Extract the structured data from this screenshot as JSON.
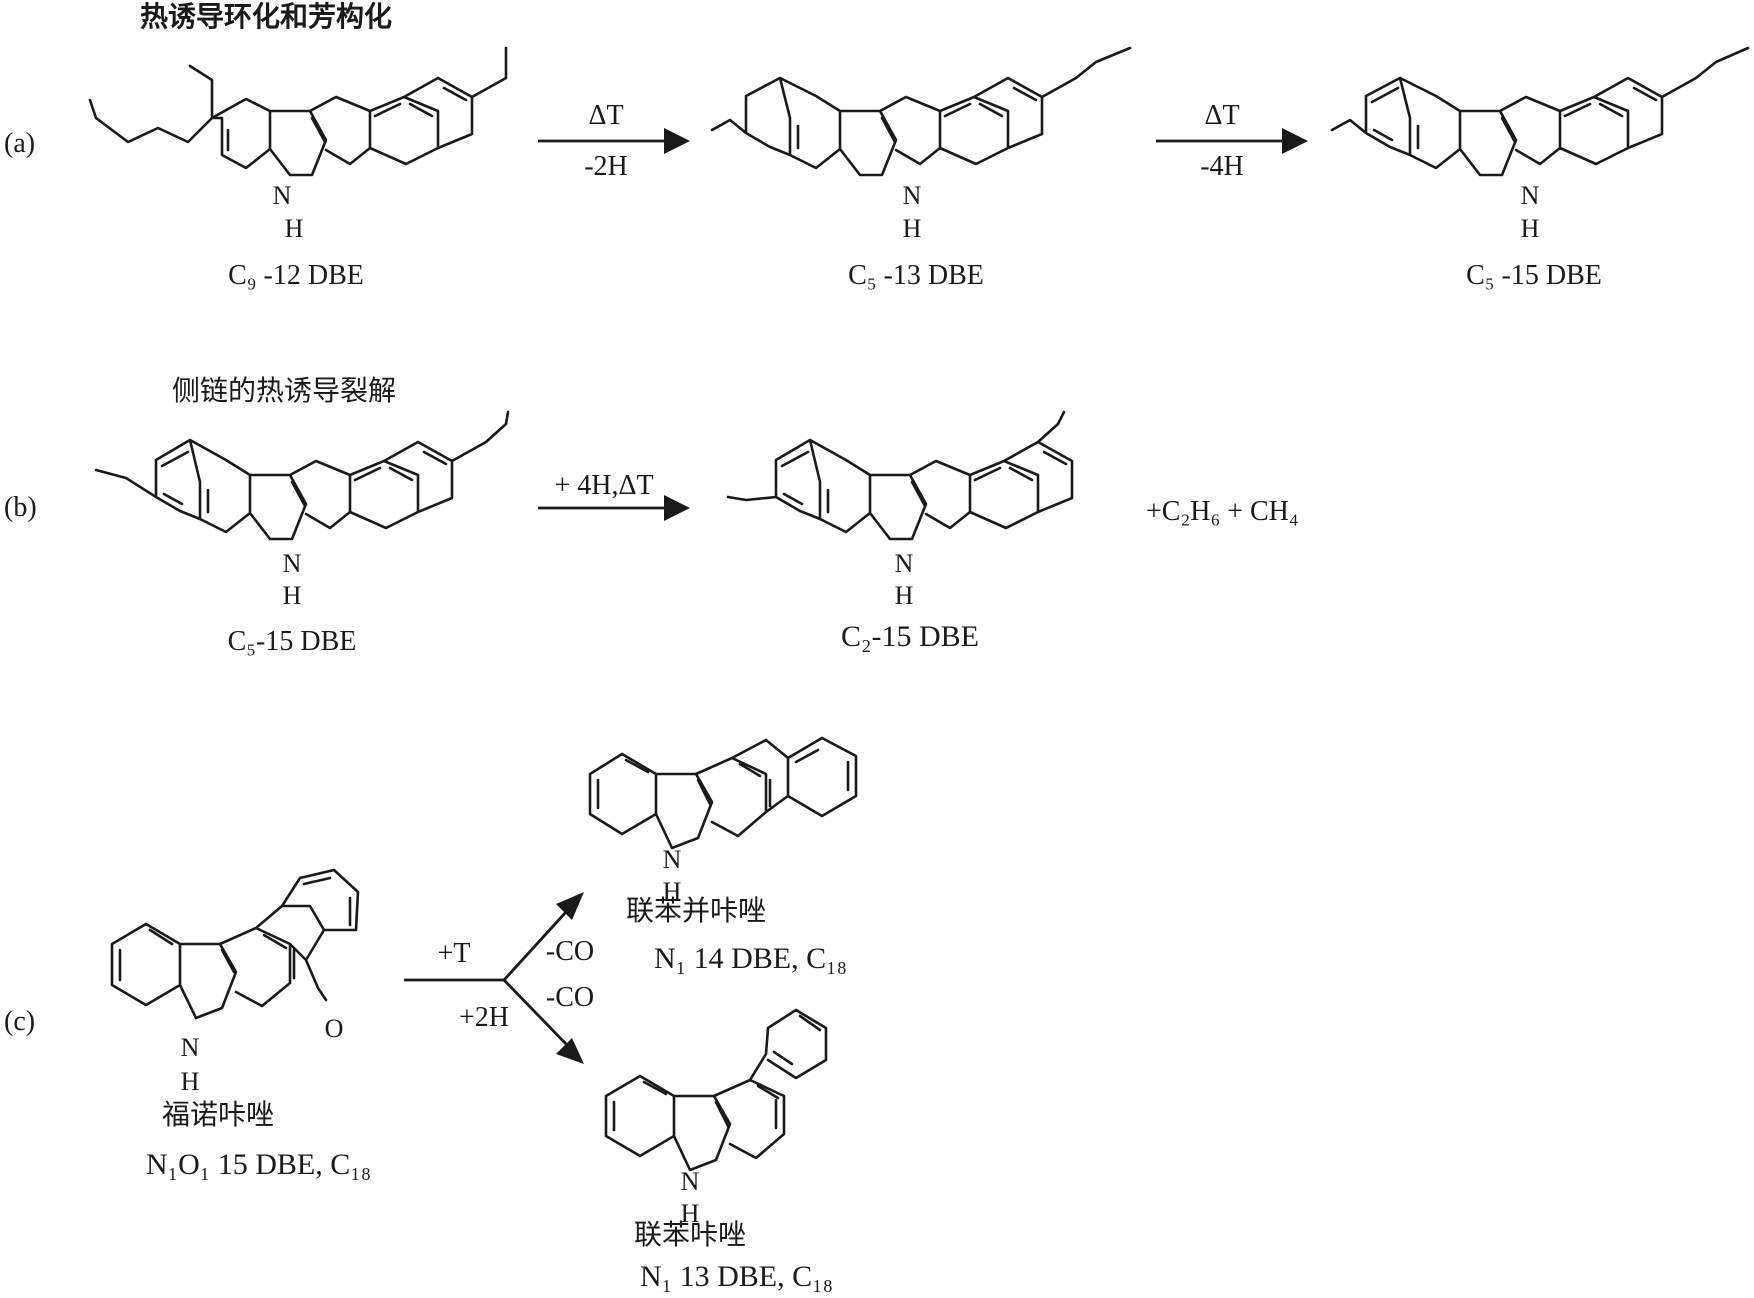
{
  "sections": {
    "a": {
      "label": "(a)",
      "title": "热诱导环化和芳构化",
      "compounds": [
        {
          "name": "C₉ -12 DBE",
          "nh_n": "N",
          "nh_h": "H"
        },
        {
          "name": "C₅ -13 DBE",
          "nh_n": "N",
          "nh_h": "H"
        },
        {
          "name": "C₅ -15 DBE",
          "nh_n": "N",
          "nh_h": "H"
        }
      ],
      "arrows": [
        {
          "top": "ΔT",
          "bottom": "-2H"
        },
        {
          "top": "ΔT",
          "bottom": "-4H"
        }
      ]
    },
    "b": {
      "label": "(b)",
      "title": "侧链的热诱导裂解",
      "compounds": [
        {
          "name": "C₅-15 DBE",
          "nh_n": "N",
          "nh_h": "H"
        },
        {
          "name": "C₂-15 DBE",
          "nh_n": "N",
          "nh_h": "H"
        }
      ],
      "arrow": {
        "top": "+ 4H,ΔT"
      },
      "byproducts": "+C₂H₆ + CH₄"
    },
    "c": {
      "label": "(c)",
      "reactant": {
        "name": "福诺咔唑",
        "formula": "N₁O₁  15 DBE, C₁₈",
        "nh_n": "N",
        "nh_h": "H",
        "oxygen": "O"
      },
      "reagent_top": "+T",
      "reagent_bottom": "+2H",
      "branch_top_label": "-CO",
      "branch_bottom_label": "-CO",
      "products": [
        {
          "name": "联苯并咔唑",
          "formula": "N₁  14 DBE, C₁₈",
          "nh_n": "N",
          "nh_h": "H"
        },
        {
          "name": "联苯咔唑",
          "formula": "N₁  13 DBE, C₁₈",
          "nh_n": "N",
          "nh_h": "H"
        }
      ]
    }
  }
}
